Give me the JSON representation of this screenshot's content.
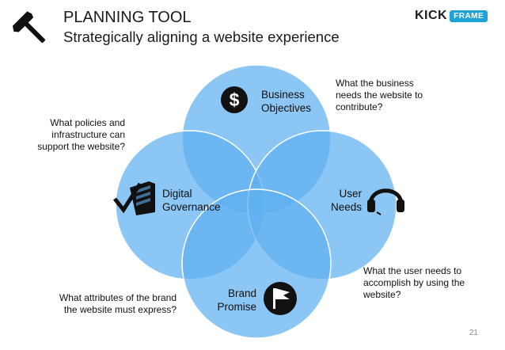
{
  "header": {
    "title": "PLANNING TOOL",
    "subtitle": "Strategically aligning a website experience",
    "icon": "hammer-icon"
  },
  "logo": {
    "part1": "KICK",
    "part2": "FRAME"
  },
  "colors": {
    "circle_fill": "#5fb0f0",
    "circle_stroke": "#ffffff",
    "icon_dark": "#111111"
  },
  "diagram": {
    "circles": [
      {
        "id": "business",
        "label_line1": "Business",
        "label_line2": "Objectives",
        "icon": "dollar-icon"
      },
      {
        "id": "user",
        "label_line1": "User",
        "label_line2": "Needs",
        "icon": "headset-icon"
      },
      {
        "id": "brand",
        "label_line1": "Brand",
        "label_line2": "Promise",
        "icon": "flag-icon"
      },
      {
        "id": "governance",
        "label_line1": "Digital",
        "label_line2": "Governance",
        "icon": "server-check-icon"
      }
    ],
    "notes": {
      "business": [
        "What the business",
        "needs the website to",
        "contribute?"
      ],
      "governance": [
        "What policies and",
        "infrastructure can",
        "support the website?"
      ],
      "user": [
        "What the user needs to",
        "accomplish by using the",
        "website?"
      ],
      "brand": [
        "What attributes of the brand",
        "the website must express?"
      ]
    }
  },
  "page_number": "21"
}
